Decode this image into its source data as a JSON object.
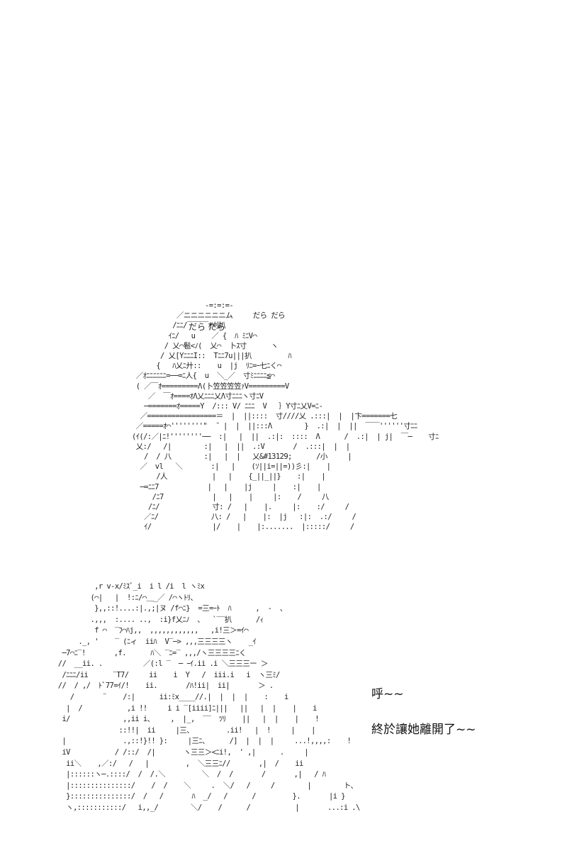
{
  "panel_top": {
    "sfx_left": "だら  だら",
    "sfx_right": "だら だら",
    "ascii_art": "                  -=:=:=-\n           ／ニニニニニニム     だら だら\n          /ﾆﾆ/￣￣￣ｵ刈扒\n         ｲﾆ/   u    ／ {  ﾊ ﾐﾆV⌒\n        / 乂⌒髱<ﾉ(  乂⌒  卜ｽ寸      ヽ\n       / 乂[YﾆﾆﾆI::  Tﾆﾆ7u|||扒         ﾊ\n      {   ﾊ乂ﾆ廾::    u  |j  ﾘﾆ=ｰ七ﾆく⌒\n ／ｵﾆﾆﾆﾆﾆﾆ=──=ﾆ人{  u  ＼_／  寸ﾐﾆﾆﾆﾆ≦⌒\n ( ／￣ｵ=========Λ(卜笠笠笠笠ｧV=========V\n    ／  ￣ｵ====ｵΛ乂ﾆﾆﾆ乂Λ寸ﾆﾆﾆヽ寸ﾆV\n   ─=======ｵ=====Y  /::: V/ ﾆﾆﾆ  V   ｝Y寸ﾆ乂V=ﾆ-\n  ／=================＝  |  ||::::  寸////乂 .:::|  |  |卞=======七\n ／=====ｵ⌒''''''''\"  ̄  |  |  ||:::Λ        }  .:|  |  ||  ￣￣''''''寸ﾆﾆ\n(ｲ(/:／|ﾆ!''''''''──  :|   |  ||  .:|:  ::::  Λ      /  .:|  | j|  ￣─    寸ﾆ\n 乂:/   /|        :|   |  ||  .:V       /  .:::|  |  |\n   /  / 八        :|   |  |   乂&#13129;      /小     |\n  ／  vl   ＼       :|   |    (ｿ||i=||=))彡:|    |\n      /人           |   |    {_||_||}    :|    |\n  ─=ﾆﾆ7            |   |    |j     |    :|    |\n     /ﾆ7            |   |    |     |:    /     八\n    /ﾆ/             寸: /   |    |.     |:    :/     /\n   ／ﾆ/             八: /   |    |:  |j   :|:  .:/     /\n   ｲ/               |/    |    |:.......  |:::::/     /"
  },
  "panel_bottom": {
    "dialogue": [
      "呼~~",
      "終於讓她離開了~~"
    ],
    "ascii_art": "          ,r v-x/ﾐｽﾞ_i  i l /i  l ヽﾐx\n         (⌒|   |  !:ﾆ/⌒＿_／ /⌒ヽﾄﾘ、\n          },,::!....:|.,;|ヌ /f⌒ﾆ}  =三=ｰﾄ  ﾊ      ,  -  、\n         .,,,  :.... ..,  :i}f乂ﾆﾉ  、  `‾‾扒      /ｨ\n          f ⌒  ‾ﾌ⌒ﾊj,,  ,,,,,,,,,,,,   ,i!三＞=ｲ⌒\n      ._, '    ‾ (ﾆィ  iiﾊ  V‾─> ,,,三三三三ヽ    _ｲ\n  ─7⌒ﾆ‾!       ,f.      ﾊ＼ ‾ﾆ=‾ ,,,/ヽ三三三三ﾆく\n //  __ii. .          ／(:l ‾  ─ ｰｲ.ii .i ＼三三三ー ＞\n  /ﾆﾆﾆ/ii      ¨T7/     ii    i  Y   /  iii.i   i  ヽ三ﾐ/\n //  / ,/  ﾄﾞ77=ｲ/!    ii.       /ﾊ!ii|  ii|       ＞ .\n    /       ¨    /:|      ii:ﾐx____//.|  |  |  |    :    i\n   |  /           ,i !!     i i ‾[iiii]ﾆ|||   ||   |  |    |    i\n  i/             ,,ii i、    ,  |_,  ‾‾  ﾂﾘ    ||   |  |    |    !\n                ::!!|  ii     |三、        .ii!   |  !     |    |\n  |              .,::!}!! }:     |三ﾆ、     /]  |  |  |     ...!,,,,:    !\n  iV           / /::/  /|       ヽ三三＞<ﾆi!,  ' ,|      .     |\n   ii＼    ,／:/   /   |         ,  ＼三三ﾆ//       ,|  /    ii\n   |::::::ヽ─.::::/  /  /.＼         ＼  /  /       /       ,|   / ﾊ\n   |:::::::::::::::/    /  /    ＼     .  ＼/   /     /        |        ト、\n   }:::::::::::::::/  /   /       ﾊ  _/   /      /         }.       |i }\n   ヽ,:::::::::::/   i,,_/        ＼/    /      /           |       ...:i .\\"
  }
}
